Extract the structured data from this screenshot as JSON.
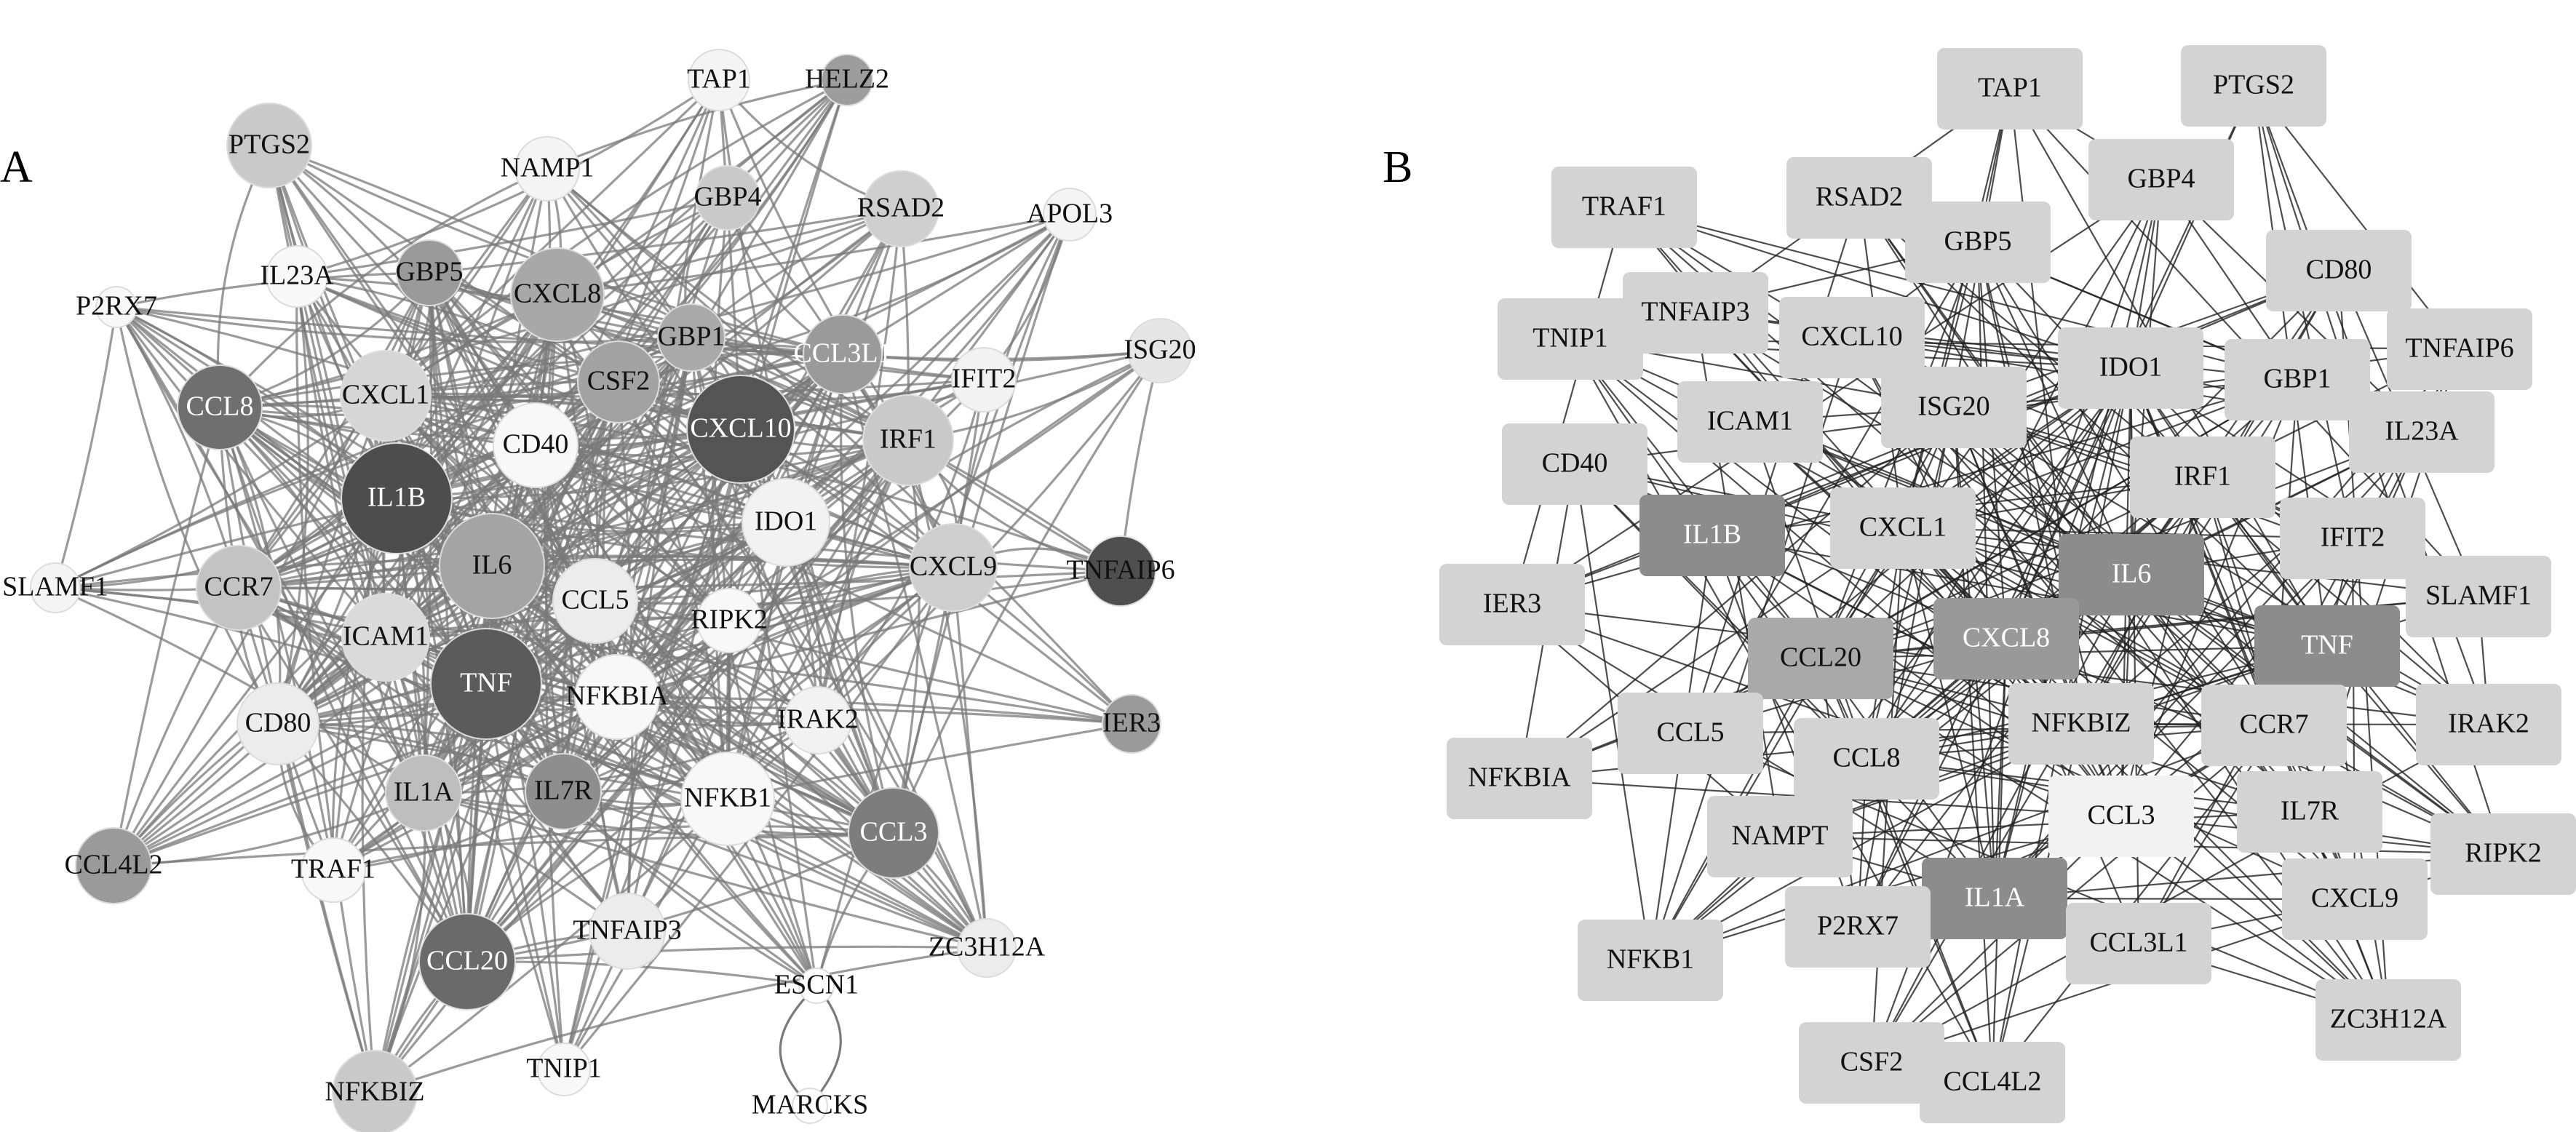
{
  "panels": [
    {
      "id": "A",
      "label": "A",
      "shape": "circle",
      "nodes": [
        {
          "name": "TAP1",
          "fill": "#f4f4f4",
          "dark_text": true
        },
        {
          "name": "HELZ2",
          "fill": "#9d9d9d",
          "dark_text": true
        },
        {
          "name": "PTGS2",
          "fill": "#c9c9c9",
          "dark_text": true
        },
        {
          "name": "NAMP1",
          "fill": "#f4f4f4",
          "dark_text": true
        },
        {
          "name": "GBP4",
          "fill": "#c9c9c9",
          "dark_text": true
        },
        {
          "name": "RSAD2",
          "fill": "#cfcfcf",
          "dark_text": true
        },
        {
          "name": "APOL3",
          "fill": "#f4f4f4",
          "dark_text": true
        },
        {
          "name": "IL23A",
          "fill": "#f8f8f8",
          "dark_text": true
        },
        {
          "name": "GBP5",
          "fill": "#9a9a9a",
          "dark_text": true
        },
        {
          "name": "CXCL8",
          "fill": "#a8a8a8",
          "dark_text": true
        },
        {
          "name": "P2RX7",
          "fill": "#f8f8f8",
          "dark_text": true
        },
        {
          "name": "GBP1",
          "fill": "#a9a9a9",
          "dark_text": true
        },
        {
          "name": "CCL3L1",
          "fill": "#9a9a9a",
          "dark_text": false
        },
        {
          "name": "IFIT2",
          "fill": "#f2f2f2",
          "dark_text": true
        },
        {
          "name": "ISG20",
          "fill": "#e6e6e6",
          "dark_text": true
        },
        {
          "name": "CCL8",
          "fill": "#6f6f6f",
          "dark_text": false
        },
        {
          "name": "CXCL1",
          "fill": "#d6d6d6",
          "dark_text": true
        },
        {
          "name": "CSF2",
          "fill": "#a2a2a2",
          "dark_text": true
        },
        {
          "name": "CXCL10",
          "fill": "#545454",
          "dark_text": false
        },
        {
          "name": "IRF1",
          "fill": "#c9c9c9",
          "dark_text": true
        },
        {
          "name": "CD40",
          "fill": "#f8f8f8",
          "dark_text": true
        },
        {
          "name": "IL1B",
          "fill": "#4d4d4d",
          "dark_text": false
        },
        {
          "name": "IDO1",
          "fill": "#f2f2f2",
          "dark_text": true
        },
        {
          "name": "IL6",
          "fill": "#a4a4a4",
          "dark_text": true
        },
        {
          "name": "CXCL9",
          "fill": "#cecece",
          "dark_text": true
        },
        {
          "name": "TNFAIP6",
          "fill": "#4f4f4f",
          "dark_text": true
        },
        {
          "name": "SLAMF1",
          "fill": "#f4f4f4",
          "dark_text": true
        },
        {
          "name": "CCR7",
          "fill": "#c3c3c3",
          "dark_text": true
        },
        {
          "name": "CCL5",
          "fill": "#ececec",
          "dark_text": true
        },
        {
          "name": "RIPK2",
          "fill": "#f8f8f8",
          "dark_text": true
        },
        {
          "name": "ICAM1",
          "fill": "#dadada",
          "dark_text": true
        },
        {
          "name": "TNF",
          "fill": "#5b5b5b",
          "dark_text": false
        },
        {
          "name": "NFKBIA",
          "fill": "#f8f8f8",
          "dark_text": true
        },
        {
          "name": "CD80",
          "fill": "#ececec",
          "dark_text": true
        },
        {
          "name": "IRAK2",
          "fill": "#f2f2f2",
          "dark_text": true
        },
        {
          "name": "IER3",
          "fill": "#9a9a9a",
          "dark_text": true
        },
        {
          "name": "IL1A",
          "fill": "#bdbdbd",
          "dark_text": true
        },
        {
          "name": "IL7R",
          "fill": "#8e8e8e",
          "dark_text": true
        },
        {
          "name": "NFKB1",
          "fill": "#f8f8f8",
          "dark_text": true
        },
        {
          "name": "CCL3",
          "fill": "#7d7d7d",
          "dark_text": false
        },
        {
          "name": "CCL4L2",
          "fill": "#9a9a9a",
          "dark_text": true
        },
        {
          "name": "TRAF1",
          "fill": "#f8f8f8",
          "dark_text": true
        },
        {
          "name": "ZC3H12A",
          "fill": "#ececec",
          "dark_text": true
        },
        {
          "name": "TNFAIP3",
          "fill": "#ececec",
          "dark_text": true
        },
        {
          "name": "CCL20",
          "fill": "#6a6a6a",
          "dark_text": false
        },
        {
          "name": "ESCN1",
          "fill": "#ffffff",
          "dark_text": true
        },
        {
          "name": "NFKBIZ",
          "fill": "#c9c9c9",
          "dark_text": true
        },
        {
          "name": "TNIP1",
          "fill": "#f8f8f8",
          "dark_text": true
        },
        {
          "name": "MARCKS",
          "fill": "#ffffff",
          "dark_text": true
        }
      ]
    },
    {
      "id": "B",
      "label": "B",
      "shape": "rect",
      "nodes": [
        {
          "name": "TAP1",
          "fill": "#d3d3d3",
          "dark_text": true
        },
        {
          "name": "PTGS2",
          "fill": "#d3d3d3",
          "dark_text": true
        },
        {
          "name": "GBP4",
          "fill": "#d3d3d3",
          "dark_text": true
        },
        {
          "name": "TRAF1",
          "fill": "#d3d3d3",
          "dark_text": true
        },
        {
          "name": "RSAD2",
          "fill": "#d3d3d3",
          "dark_text": true
        },
        {
          "name": "GBP5",
          "fill": "#d3d3d3",
          "dark_text": true
        },
        {
          "name": "CD80",
          "fill": "#d3d3d3",
          "dark_text": true
        },
        {
          "name": "TNIP1",
          "fill": "#d3d3d3",
          "dark_text": true
        },
        {
          "name": "TNFAIP3",
          "fill": "#d3d3d3",
          "dark_text": true
        },
        {
          "name": "CXCL10",
          "fill": "#d3d3d3",
          "dark_text": true
        },
        {
          "name": "IDO1",
          "fill": "#d3d3d3",
          "dark_text": true
        },
        {
          "name": "GBP1",
          "fill": "#d3d3d3",
          "dark_text": true
        },
        {
          "name": "TNFAIP6",
          "fill": "#d3d3d3",
          "dark_text": true
        },
        {
          "name": "ICAM1",
          "fill": "#d3d3d3",
          "dark_text": true
        },
        {
          "name": "ISG20",
          "fill": "#d3d3d3",
          "dark_text": true
        },
        {
          "name": "IL23A",
          "fill": "#d3d3d3",
          "dark_text": true
        },
        {
          "name": "CD40",
          "fill": "#d3d3d3",
          "dark_text": true
        },
        {
          "name": "IRF1",
          "fill": "#d3d3d3",
          "dark_text": true
        },
        {
          "name": "IL1B",
          "fill": "#8c8c8c",
          "dark_text": false
        },
        {
          "name": "CXCL1",
          "fill": "#d3d3d3",
          "dark_text": true
        },
        {
          "name": "IFIT2",
          "fill": "#d3d3d3",
          "dark_text": true
        },
        {
          "name": "IL6",
          "fill": "#8c8c8c",
          "dark_text": false
        },
        {
          "name": "IER3",
          "fill": "#d3d3d3",
          "dark_text": true
        },
        {
          "name": "SLAMF1",
          "fill": "#d3d3d3",
          "dark_text": true
        },
        {
          "name": "CXCL8",
          "fill": "#999999",
          "dark_text": false
        },
        {
          "name": "TNF",
          "fill": "#8c8c8c",
          "dark_text": false
        },
        {
          "name": "CCL20",
          "fill": "#a9a9a9",
          "dark_text": true
        },
        {
          "name": "CCL5",
          "fill": "#d3d3d3",
          "dark_text": true
        },
        {
          "name": "NFKBIZ",
          "fill": "#d3d3d3",
          "dark_text": true
        },
        {
          "name": "CCR7",
          "fill": "#d3d3d3",
          "dark_text": true
        },
        {
          "name": "IRAK2",
          "fill": "#d3d3d3",
          "dark_text": true
        },
        {
          "name": "NFKBIA",
          "fill": "#d3d3d3",
          "dark_text": true
        },
        {
          "name": "CCL8",
          "fill": "#d3d3d3",
          "dark_text": true
        },
        {
          "name": "CCL3",
          "fill": "#f2f2f2",
          "dark_text": true
        },
        {
          "name": "IL7R",
          "fill": "#d3d3d3",
          "dark_text": true
        },
        {
          "name": "NAMPT",
          "fill": "#d3d3d3",
          "dark_text": true
        },
        {
          "name": "RIPK2",
          "fill": "#d3d3d3",
          "dark_text": true
        },
        {
          "name": "IL1A",
          "fill": "#8c8c8c",
          "dark_text": false
        },
        {
          "name": "CXCL9",
          "fill": "#d3d3d3",
          "dark_text": true
        },
        {
          "name": "P2RX7",
          "fill": "#d3d3d3",
          "dark_text": true
        },
        {
          "name": "CCL3L1",
          "fill": "#d3d3d3",
          "dark_text": true
        },
        {
          "name": "NFKB1",
          "fill": "#d3d3d3",
          "dark_text": true
        },
        {
          "name": "ZC3H12A",
          "fill": "#d3d3d3",
          "dark_text": true
        },
        {
          "name": "CSF2",
          "fill": "#d3d3d3",
          "dark_text": true
        },
        {
          "name": "CCL4L2",
          "fill": "#d3d3d3",
          "dark_text": true
        }
      ]
    }
  ]
}
